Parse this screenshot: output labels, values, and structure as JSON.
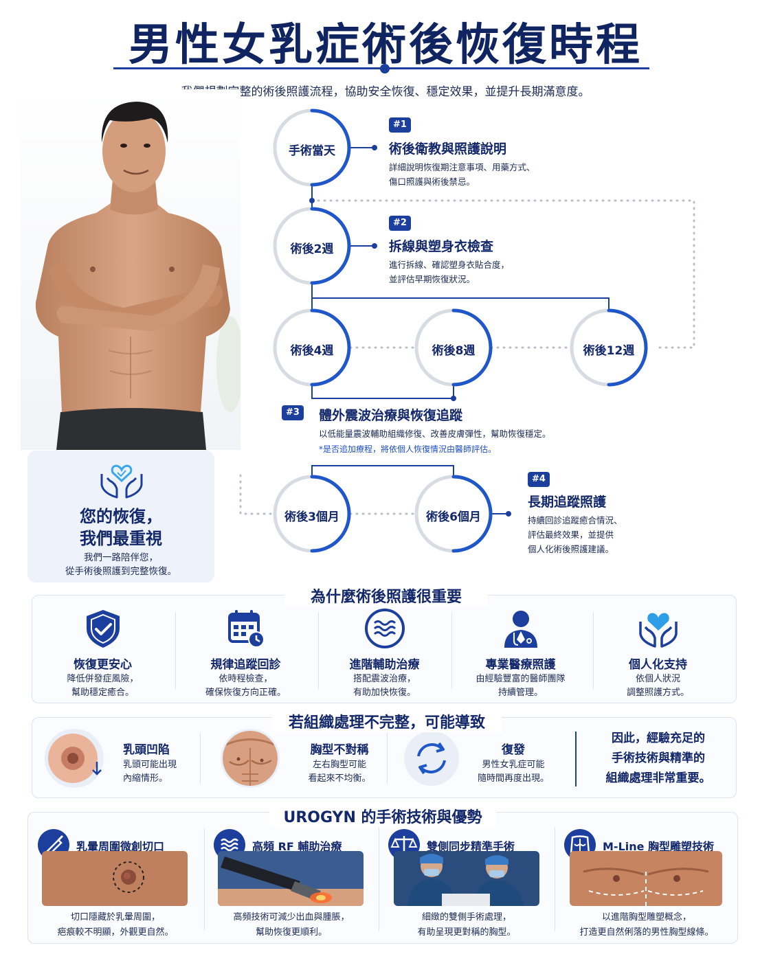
{
  "header": {
    "title": "男性女乳症術後恢復時程",
    "subtitle": "我們規劃完整的術後照護流程，協助安全恢復、穩定效果，並提升長期滿意度。"
  },
  "care_card": {
    "title_line1": "您的恢復，",
    "title_line2": "我們最重視",
    "sub_line1": "我們一路陪伴您，",
    "sub_line2": "從手術後照護到完整恢復。"
  },
  "timeline": {
    "nodes": {
      "day0": "手術當天",
      "w2": "術後2週",
      "w4": "術後4週",
      "w8": "術後8週",
      "w12": "術後12週",
      "m3": "術後3個月",
      "m6": "術後6個月"
    },
    "steps": [
      {
        "badge": "#1",
        "title": "術後衛教與照護說明",
        "desc": [
          "詳細說明恢復期注意事項、用藥方式、",
          "傷口照護與術後禁忌。"
        ]
      },
      {
        "badge": "#2",
        "title": "拆線與塑身衣檢查",
        "desc": [
          "進行拆線、確認塑身衣貼合度，",
          "並評估早期恢復狀況。"
        ]
      },
      {
        "badge": "#3",
        "title": "體外震波治療與恢復追蹤",
        "desc": [
          "以低能量震波輔助組織修復、改善皮膚彈性，幫助恢復穩定。"
        ],
        "note": "*是否追加療程，將依個人恢復情況由醫師評估。"
      },
      {
        "badge": "#4",
        "title": "長期追蹤照護",
        "desc": [
          "持續回診追蹤癒合情況、",
          "評估最終效果，並提供",
          "個人化術後照護建議。"
        ]
      }
    ]
  },
  "why": {
    "heading": "為什麼術後照護很重要",
    "items": [
      {
        "icon": "shield-check-icon",
        "title": "恢復更安心",
        "desc": [
          "降低併發症風險，",
          "幫助穩定癒合。"
        ]
      },
      {
        "icon": "calendar-clock-icon",
        "title": "規律追蹤回診",
        "desc": [
          "依時程檢查，",
          "確保恢復方向正確。"
        ]
      },
      {
        "icon": "wave-icon",
        "title": "進階輔助治療",
        "desc": [
          "搭配震波治療，",
          "有助加快恢復。"
        ]
      },
      {
        "icon": "doctor-icon",
        "title": "專業醫療照護",
        "desc": [
          "由經驗豐富的醫師團隊",
          "持續管理。"
        ]
      },
      {
        "icon": "hands-heart-icon",
        "title": "個人化支持",
        "desc": [
          "依個人狀況",
          "調整照護方式。"
        ]
      }
    ]
  },
  "risks": {
    "heading": "若組織處理不完整，可能導致",
    "items": [
      {
        "icon": "nipple-inversion-icon",
        "title": "乳頭凹陷",
        "desc": [
          "乳頭可能出現",
          "內縮情形。"
        ]
      },
      {
        "icon": "chest-asymmetry-icon",
        "title": "胸型不對稱",
        "desc": [
          "左右胸型可能",
          "看起來不均衡。"
        ]
      },
      {
        "icon": "recurrence-icon",
        "title": "復發",
        "desc": [
          "男性女乳症可能",
          "隨時間再度出現。"
        ]
      }
    ],
    "conclusion": [
      "因此，經驗充足的",
      "手術技術與精準的",
      "組織處理非常重要。"
    ]
  },
  "tech": {
    "heading": "UROGYN 的手術技術與優勢",
    "items": [
      {
        "icon": "scalpel-icon",
        "title": "乳暈周圍微創切口",
        "desc": [
          "切口隱藏於乳暈周圍，",
          "疤痕較不明顯，外觀更自然。"
        ]
      },
      {
        "icon": "rf-wave-icon",
        "title": "高頻 RF 輔助治療",
        "desc": [
          "高頻技術可減少出血與腫脹，",
          "幫助恢復更順利。"
        ]
      },
      {
        "icon": "balance-scale-icon",
        "title": "雙側同步精準手術",
        "desc": [
          "細緻的雙側手術處理，",
          "有助呈現更對稱的胸型。"
        ]
      },
      {
        "icon": "torso-icon",
        "title": "M-Line 胸型雕塑技術",
        "desc": [
          "以進階胸型雕塑概念，",
          "打造更自然俐落的男性胸型線條。"
        ]
      }
    ]
  },
  "colors": {
    "navy": "#13286b",
    "accent": "#1f4fc7",
    "ring_grey": "#d7dbe2"
  }
}
